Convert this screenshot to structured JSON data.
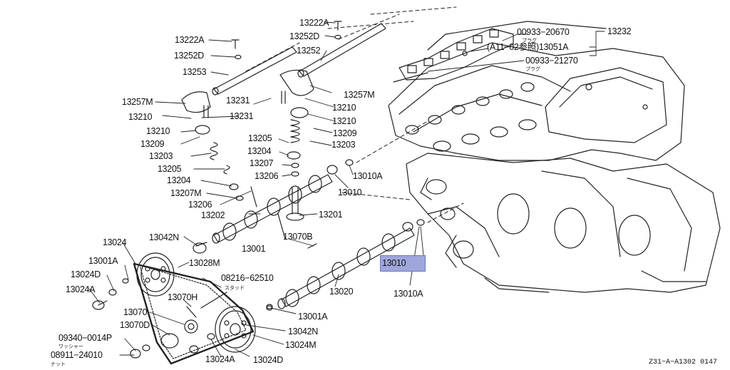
{
  "labels": {
    "l13222A_top": "13222A",
    "l13252D_top": "13252D",
    "l00933_20670": "00933−20670",
    "l13232": "13232",
    "l13222A": "13222A",
    "l13252D": "13252D",
    "l13252": "13252",
    "l13051A": "(A11−02参照)13051A",
    "l00933_21270": "00933−21270",
    "l13253": "13253",
    "l13257M_right": "13257M",
    "l13231_mid": "13231",
    "l13257M_left": "13257M",
    "l13210_a": "13210",
    "l13231_left": "13231",
    "l13210_b": "13210",
    "l13210_r": "13210",
    "l13210_c": "13210",
    "l13209_r": "13209",
    "l13209": "13209",
    "l13205_r": "13205",
    "l13203_r": "13203",
    "l13203": "13203",
    "l13204_r": "13204",
    "l13205": "13205",
    "l13207_r": "13207",
    "l13010A_top": "13010A",
    "l13204": "13204",
    "l13206_r": "13206",
    "l13207M": "13207M",
    "l13010": "13010",
    "l13206": "13206",
    "l13202": "13202",
    "l13201": "13201",
    "l13024": "13024",
    "l13042N_top": "13042N",
    "l13070B": "13070B",
    "l13001": "13001",
    "l13001A_left": "13001A",
    "l13028M": "13028M",
    "l13010_hl": "13010",
    "l13024D_left": "13024D",
    "l08216": "08216−62510",
    "l13024A_left": "13024A",
    "l13020": "13020",
    "l13010A_bot": "13010A",
    "l13070H": "13070H",
    "l13070": "13070",
    "l13001A_bot": "13001A",
    "l13070D": "13070D",
    "l13042N_bot": "13042N",
    "l09340": "09340−0014P",
    "l13024M": "13024M",
    "l08911": "08911−24010",
    "l13024A_bot": "13024A",
    "l13024D_bot": "13024D"
  },
  "notes": {
    "plug_1": "プラグ",
    "plug_2": "プラグ",
    "stud": "スタッド",
    "washer": "ワッシャー",
    "nut": "ナット"
  },
  "footer": {
    "code": "Z31−A−A1302  0147"
  },
  "highlight": {
    "part": "13010",
    "color": "#9fa6db"
  }
}
